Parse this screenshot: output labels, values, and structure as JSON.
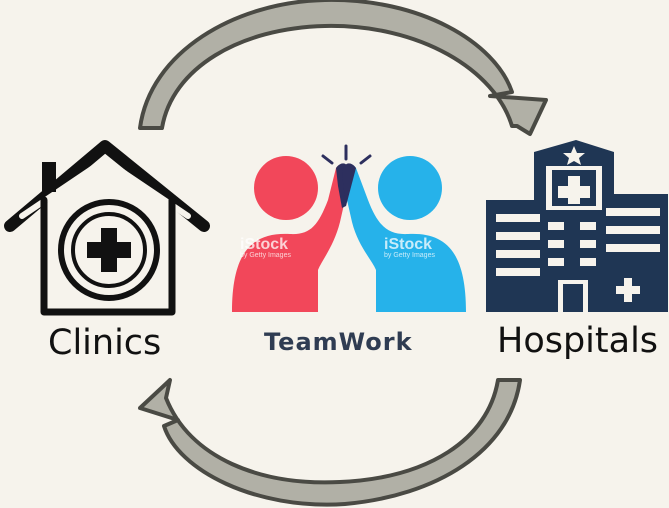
{
  "nodes": {
    "clinics": {
      "label": "Clinics",
      "icon": "clinic-house-icon"
    },
    "teamwork": {
      "label": "TeamWork",
      "icon": "high-five-icon",
      "watermark": "iStock",
      "watermark_sub": "by Getty Images"
    },
    "hospitals": {
      "label": "Hospitals",
      "icon": "hospital-building-icon"
    }
  },
  "arrows": {
    "top": "clockwise-arrow-icon",
    "bottom": "counterclockwise-arrow-icon"
  },
  "colors": {
    "background": "#f6f3ec",
    "arrow_fill": "#b1b0a6",
    "arrow_stroke": "#4a4a44",
    "left_person": "#f2475a",
    "right_person": "#26b2ea",
    "overlap": "#2d2f5e",
    "hospital": "#1f3654",
    "teamwork_text": "#2f3c52"
  }
}
